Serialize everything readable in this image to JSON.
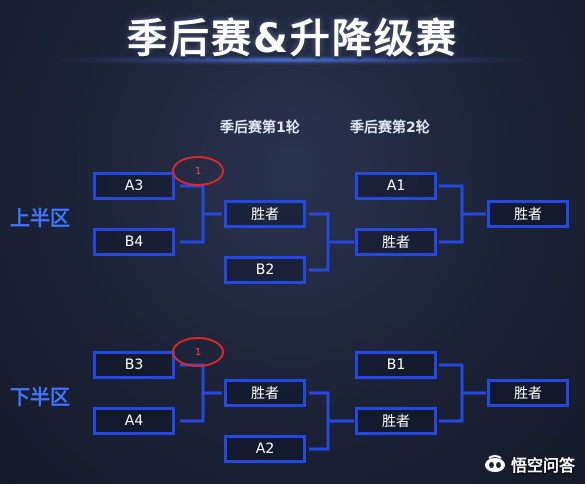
{
  "title": "季后赛&升降级赛",
  "rounds": {
    "round1": "季后赛第1轮",
    "round2": "季后赛第2轮"
  },
  "halves": {
    "upper": "上半区",
    "lower": "下半区"
  },
  "upper": {
    "r0_top": "A3",
    "r0_bottom": "B4",
    "r1_winner": "胜者",
    "r1_bye": "B2",
    "r2_seed": "A1",
    "r2_winner": "胜者",
    "final": "胜者",
    "annotation": "1"
  },
  "lower": {
    "r0_top": "B3",
    "r0_bottom": "A4",
    "r1_winner": "胜者",
    "r1_bye": "A2",
    "r2_seed": "B1",
    "r2_winner": "胜者",
    "final": "胜者",
    "annotation": "1"
  },
  "watermark": "悟空问答",
  "colors": {
    "box_border": "#2448e0",
    "half_label": "#3f74ff",
    "annotation": "#e02828"
  }
}
